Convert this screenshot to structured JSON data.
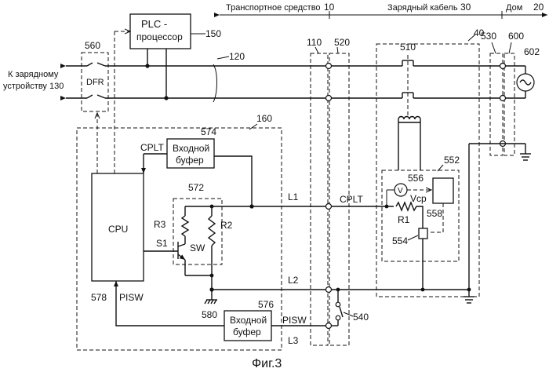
{
  "header": {
    "vehicle": "Транспортное средство",
    "vehicle_ref": "10",
    "cable": "Зарядный кабель",
    "cable_ref": "30",
    "house": "Дом",
    "house_ref": "20"
  },
  "plc": {
    "line1": "PLC -",
    "line2": "процессор",
    "ref": "150"
  },
  "refs": {
    "r560": "560",
    "r120": "120",
    "r160": "160",
    "r110": "110",
    "r520": "520",
    "r510": "510",
    "r40": "40",
    "r530": "530",
    "r600": "600",
    "r602": "602",
    "r574": "574",
    "r572": "572",
    "r552": "552",
    "r556": "556",
    "r558": "558",
    "r554": "554",
    "r578": "578",
    "r580": "580",
    "r576": "576",
    "r540": "540"
  },
  "labels": {
    "to_charger_1": "К зарядному",
    "to_charger_2": "устройству 130",
    "dfr": "DFR",
    "cplt_cpu": "CPLT",
    "cplt_line": "CPLT",
    "l1": "L1",
    "l2": "L2",
    "l3": "L3",
    "r1": "R1",
    "r2": "R2",
    "r3": "R3",
    "s1": "S1",
    "sw": "SW",
    "cpu": "CPU",
    "pisw_cpu": "PISW",
    "pisw_line": "PISW",
    "vcp": "Vcp",
    "v": "V"
  },
  "buffer_top": {
    "line1": "Входной",
    "line2": "буфер"
  },
  "buffer_bottom": {
    "line1": "Входной",
    "line2": "буфер"
  },
  "caption": "Фиг.3"
}
